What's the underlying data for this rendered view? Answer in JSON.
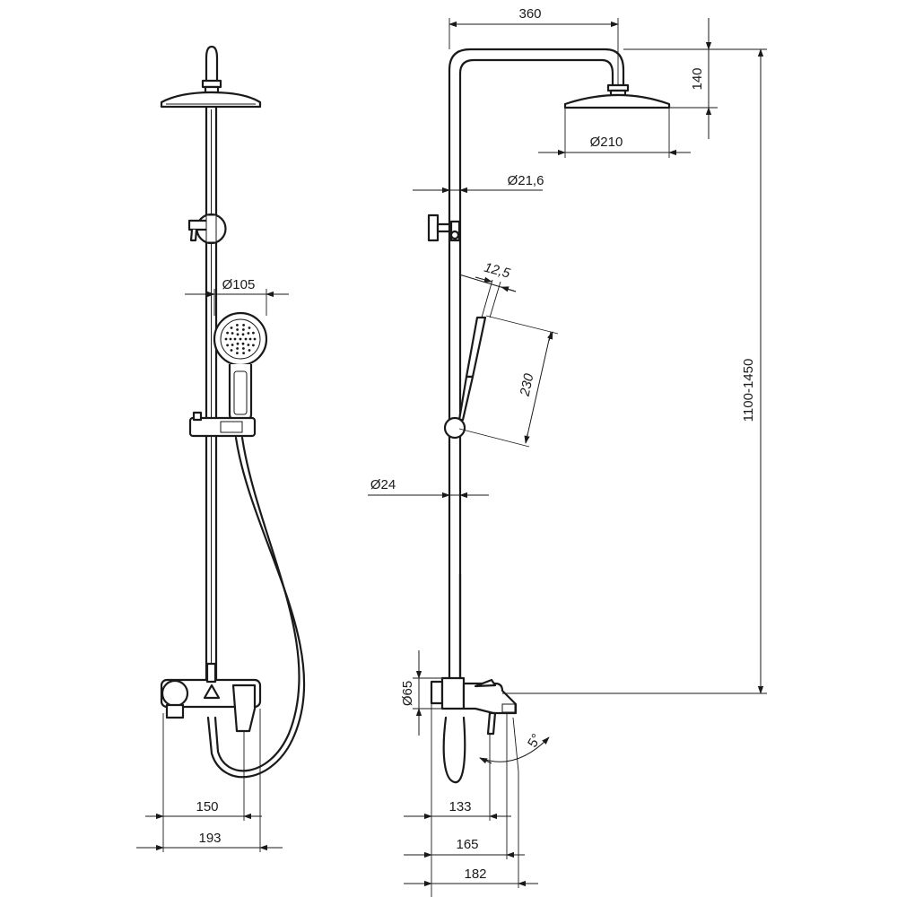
{
  "dimensions": {
    "arm_reach": "360",
    "arm_drop": "140",
    "head_shower_diameter": "Ø210",
    "riser_diameter": "Ø21,6",
    "hand_shower_thickness": "12,5",
    "hand_shower_length": "230",
    "hand_shower_diameter": "Ø105",
    "lower_pipe_diameter": "Ø24",
    "adjustable_height": "1100-1450",
    "mixer_body_diameter": "Ø65",
    "spout_angle": "5°",
    "front_inner_width": "150",
    "front_outer_width": "193",
    "side_depth_1": "133",
    "side_depth_2": "165",
    "side_depth_3": "182"
  }
}
